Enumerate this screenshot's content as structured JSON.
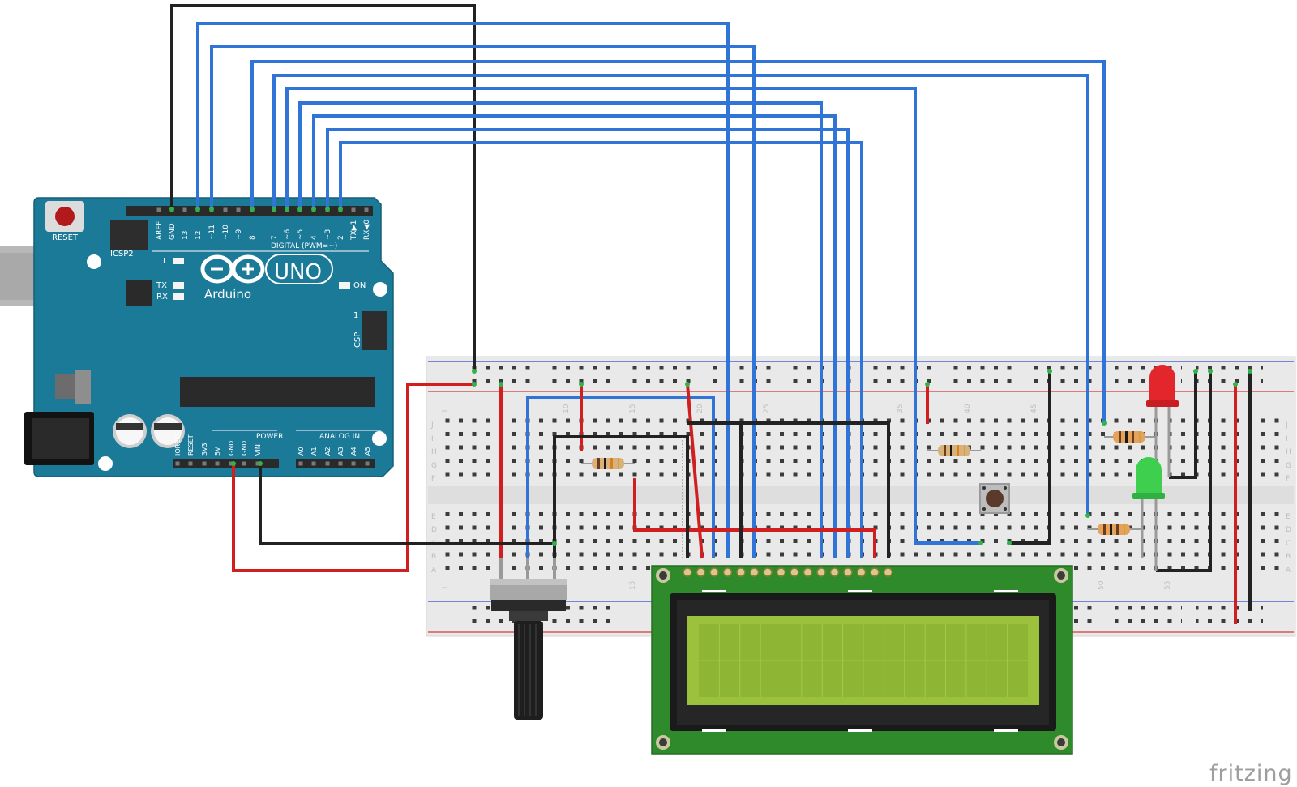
{
  "arduino": {
    "reset_label": "RESET",
    "icsp2_label": "ICSP2",
    "icsp_label": "ICSP",
    "icsp_pin1": "1",
    "logo_brand": "Arduino",
    "logo_model": "UNO",
    "led_l": "L",
    "led_tx": "TX",
    "led_rx": "RX",
    "led_on": "ON",
    "digital_label": "DIGITAL (PWM=~)",
    "digital_pins": [
      "AREF",
      "GND",
      "13",
      "12",
      "~11",
      "~10",
      "~9",
      "8",
      "7",
      "~6",
      "~5",
      "4",
      "~3",
      "2",
      "TX▶1",
      "RX◀0"
    ],
    "power_label": "POWER",
    "power_pins": [
      "IOREF",
      "RESET",
      "3V3",
      "5V",
      "GND",
      "GND",
      "VIN"
    ],
    "analog_label": "ANALOG IN",
    "analog_pins": [
      "A0",
      "A1",
      "A2",
      "A3",
      "A4",
      "A5"
    ]
  },
  "breadboard": {
    "column_numbers": [
      "1",
      "10",
      "15",
      "20",
      "25",
      "35",
      "40",
      "45",
      "50",
      "55"
    ],
    "row_letters_top": [
      "J",
      "I",
      "H",
      "G",
      "F"
    ],
    "row_letters_bottom": [
      "E",
      "D",
      "C",
      "B",
      "A"
    ]
  },
  "brand": {
    "text": "fritzing"
  },
  "colors": {
    "arduino_board": "#1c7a99",
    "wire_blue": "#2f74d6",
    "wire_red": "#d11f1f",
    "wire_black": "#222222",
    "lcd_pcb": "#2f8a2c",
    "lcd_screen": "#9cc13c",
    "led_red": "#e3262b",
    "led_green": "#3ecf4f"
  }
}
